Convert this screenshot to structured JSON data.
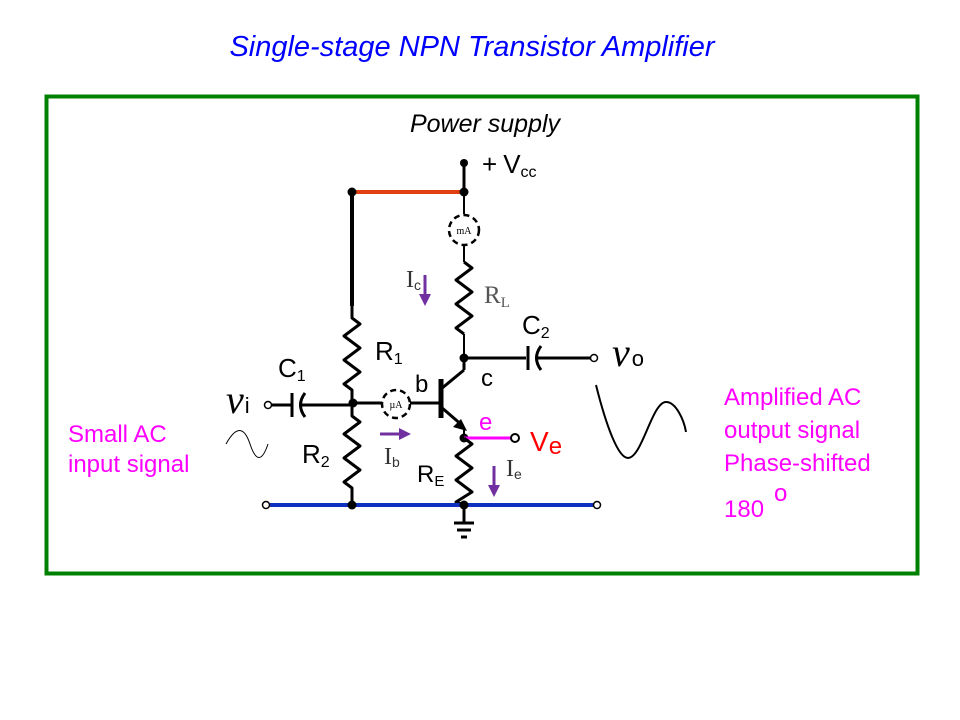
{
  "title": "Single-stage NPN Transistor Amplifier",
  "power_supply": "Power supply",
  "vcc": {
    "plus": "+",
    "main": "V",
    "sub": "cc"
  },
  "meters": {
    "ma": "mA",
    "ua": "µA"
  },
  "components": {
    "rl": {
      "main": "R",
      "sub": "L"
    },
    "r1": {
      "main": "R",
      "sub": "1"
    },
    "r2": {
      "main": "R",
      "sub": "2"
    },
    "re": {
      "main": "R",
      "sub": "E"
    },
    "c1": {
      "main": "C",
      "sub": "1"
    },
    "c2": {
      "main": "C",
      "sub": "2"
    }
  },
  "currents": {
    "ic": {
      "main": "I",
      "sub": "c"
    },
    "ib": {
      "main": "I",
      "sub": "b"
    },
    "ie": {
      "main": "I",
      "sub": "e"
    }
  },
  "terminals": {
    "b": "b",
    "c": "c",
    "e": "e"
  },
  "ve": {
    "main": "V",
    "sub": "e"
  },
  "vi": {
    "main": "v",
    "sub": "i"
  },
  "vo": {
    "main": "v",
    "sub": "o"
  },
  "input_label": [
    "Small AC",
    "input signal"
  ],
  "output_label": [
    "Amplified AC",
    "output signal",
    "Phase-shifted",
    "180"
  ],
  "output_degree": "o",
  "colors": {
    "title": "#0000ff",
    "frame": "#008000",
    "supply_rail": "#e04010",
    "ground_rail": "#1030c0",
    "annotation": "#ff00ff",
    "arrow": "#7030a0",
    "wire": "#000000"
  }
}
